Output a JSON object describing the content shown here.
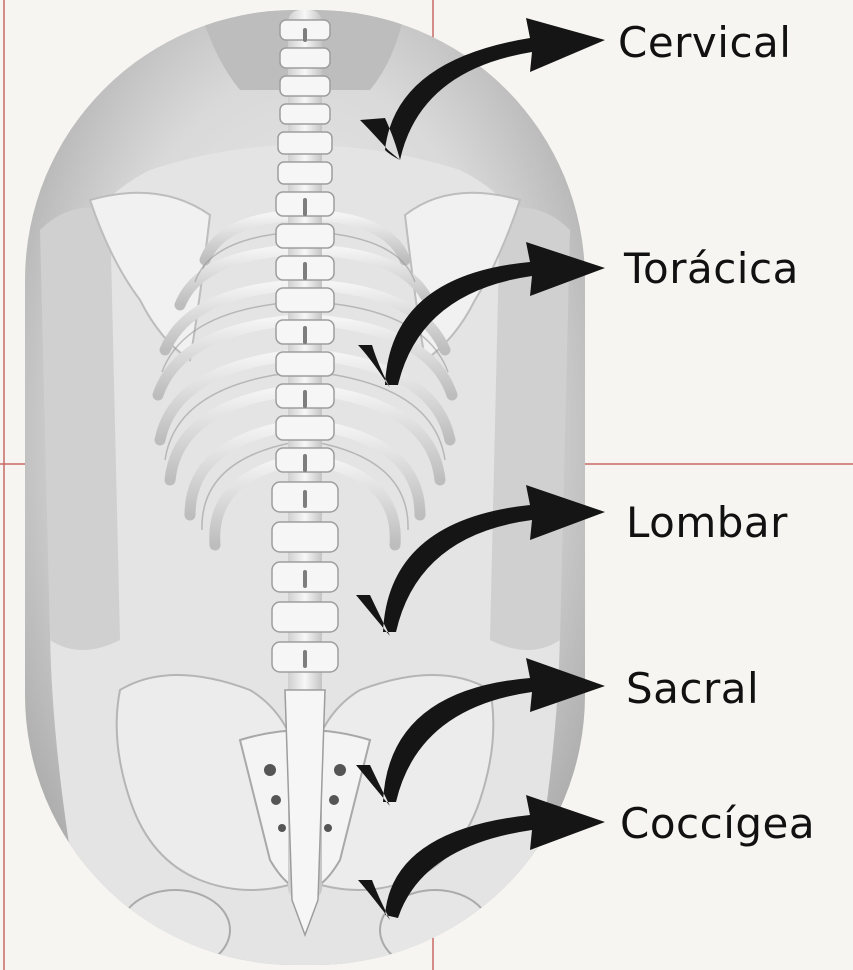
{
  "colors": {
    "background": "#f6f5f1",
    "guide_line": "#c96a66",
    "arrow": "#151515",
    "bone": "#e9e9e9",
    "skin_dark": "#8a8a8a"
  },
  "illustration": {
    "icon": "spine-back-anatomy-illustration"
  },
  "labels": {
    "cervical": "Cervical",
    "toracica": "Torácica",
    "lombar": "Lombar",
    "sacral": "Sacral",
    "coccigea": "Coccígea"
  }
}
